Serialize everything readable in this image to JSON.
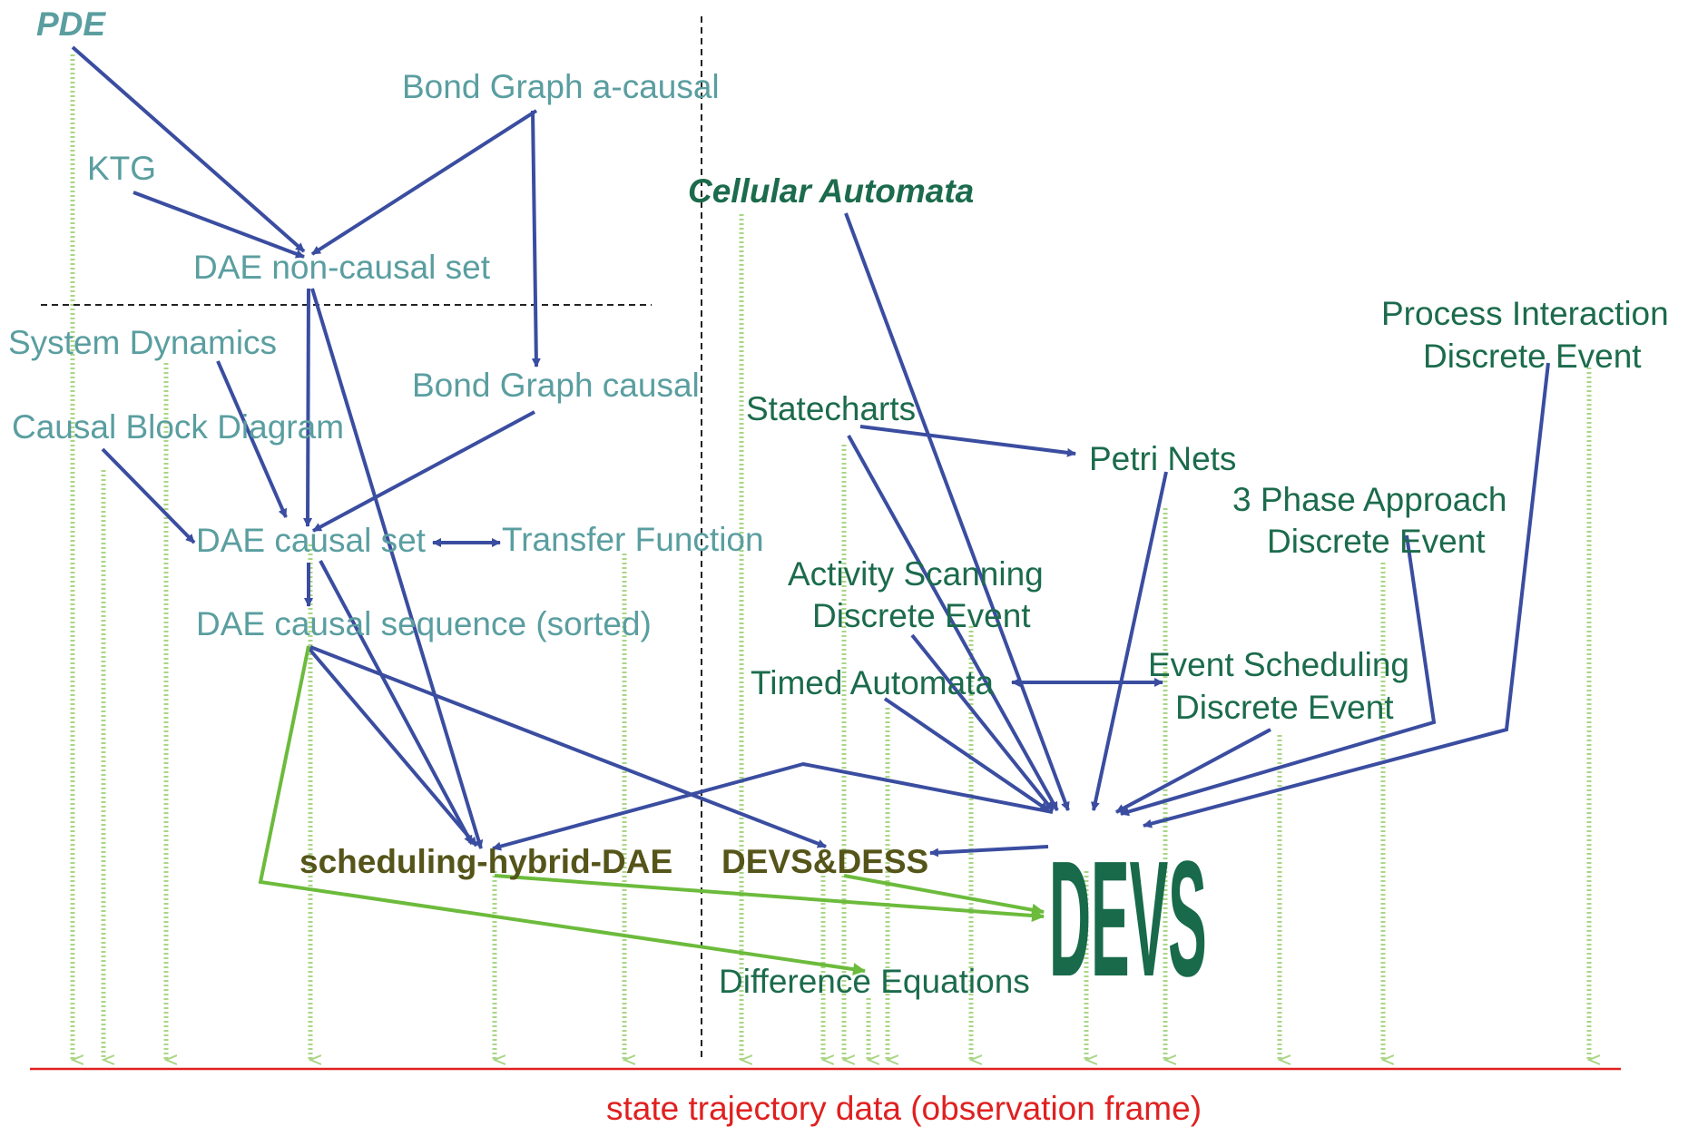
{
  "labels": {
    "pde": "PDE",
    "bond_graph_acausal": "Bond Graph a-causal",
    "ktg": "KTG",
    "dae_noncausal_set": "DAE non-causal set",
    "system_dynamics": "System Dynamics",
    "bond_graph_causal": "Bond Graph causal",
    "causal_block_diagram": "Causal Block Diagram",
    "dae_causal_set": "DAE causal set",
    "transfer_function": "Transfer Function",
    "dae_causal_sequence": "DAE causal sequence (sorted)",
    "cellular_automata": "Cellular Automata",
    "process_interaction_1": "Process Interaction",
    "process_interaction_2": "Discrete Event",
    "statecharts": "Statecharts",
    "petri_nets": "Petri Nets",
    "three_phase_1": "3 Phase Approach",
    "three_phase_2": "Discrete Event",
    "activity_scanning_1": "Activity Scanning",
    "activity_scanning_2": "Discrete Event",
    "timed_automata": "Timed Automata",
    "event_scheduling_1": "Event Scheduling",
    "event_scheduling_2": "Discrete Event",
    "scheduling_hybrid_dae": "scheduling-hybrid-DAE",
    "devs_dess": "DEVS&DESS",
    "devs": "DEVS",
    "difference_equations": "Difference Equations",
    "state_trajectory": "state trajectory data (observation frame)"
  },
  "colors": {
    "continuous_text": "#5a9ea0",
    "discrete_text": "#1b6b4c",
    "hybrid_text": "#55551a",
    "blue_arrow": "#3a4da0",
    "green_arrow": "#6cbb3c",
    "dotted_projection": "#a9d686",
    "observation_line": "#e02020"
  }
}
